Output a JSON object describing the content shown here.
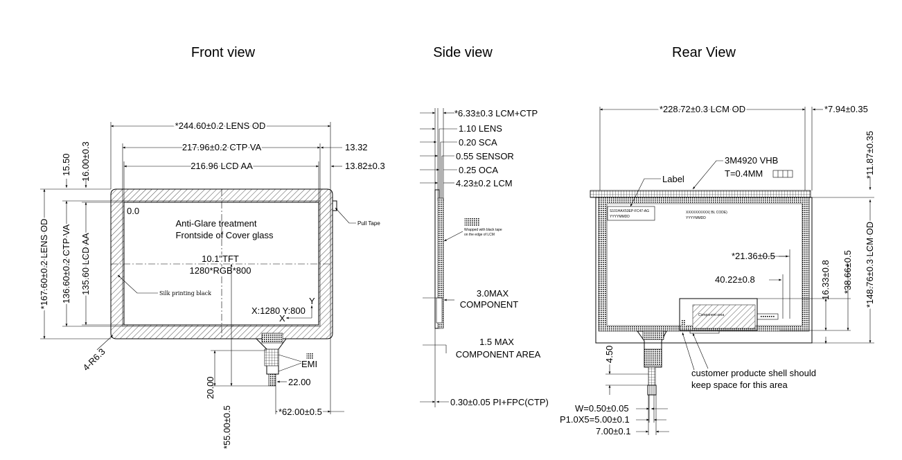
{
  "titles": {
    "front": "Front view",
    "side": "Side  view",
    "rear": "Rear View"
  },
  "front": {
    "lens_od_w": "*244.60±0.2 LENS OD",
    "ctp_va_w": "217.96±0.2 CTP VA",
    "lcd_aa_w": "216.96 LCD AA",
    "off_13_32": "13.32",
    "off_13_82": "13.82±0.3",
    "off_15_50": "15.50",
    "off_16_00": "16.00±0.3",
    "lens_od_h": "*167.60±0.2 LENS OD",
    "ctp_va_h": "136.60±0.2 CTP VA",
    "lcd_aa_h": "135.60 LCD AA",
    "origin": "0.0",
    "ag_line1": "Anti-Glare treatment",
    "ag_line2": "Frontside of Cover glass",
    "tft": "10.1\"TFT",
    "res": "1280*RGB*800",
    "silk": "Silk printing black",
    "pull_tape": "Pull Tape",
    "xy": "X:1280 Y:800",
    "axis_x": "X",
    "axis_y": "Y",
    "radius": "4-R6.3",
    "emi": "EMI",
    "fpc_22": "22.00",
    "fpc_20": "20.00",
    "fpc_55": "*55.00±0.5",
    "fpc_62": "*62.00±0.5"
  },
  "side": {
    "total": "*6.33±0.3 LCM+CTP",
    "lens": "1.10 LENS",
    "sca": "0.20 SCA",
    "sensor": "0.55 SENSOR",
    "oca": "0.25 OCA",
    "lcm": "4.23±0.2 LCM",
    "tape_note1": "Wrapped with black tape",
    "tape_note2": "on the edge of LCM",
    "comp1": "3.0MAX",
    "comp2": "COMPONENT",
    "area1": "1.5 MAX",
    "area2": "COMPONENT AREA",
    "pi": "0.30±0.05 PI+FPC(CTP)"
  },
  "rear": {
    "lcm_od_w": "*228.72±0.3 LCM OD",
    "off_7_94": "*7.94±0.35",
    "off_11_87": "*11.87±0.35",
    "vhb1": "3M4920 VHB",
    "vhb2": "T=0.4MM",
    "label": "Label",
    "label_code1": "S101HAX53EP-FC47-AG",
    "label_code2": "YYYYMMDD",
    "bl_code1": "XXXXXXXXXX( BL CODE)",
    "bl_code2": "YYYYMMDD",
    "d_21_36": "*21.36±0.5",
    "d_40_22": "40.22±0.8",
    "d_16_33": "16.33±0.8",
    "d_38_66": "*38.66±0.5",
    "lcm_od_h": "*148.76±0.3 LCM OD",
    "comp_area": "Component area",
    "d_4_50": "4.50",
    "shell1": "customer producte shell should",
    "shell2": "keep space for this area",
    "w": "W=0.50±0.05",
    "p": "P1.0X5=5.00±0.1",
    "d_7_00": "7.00±0.1"
  }
}
